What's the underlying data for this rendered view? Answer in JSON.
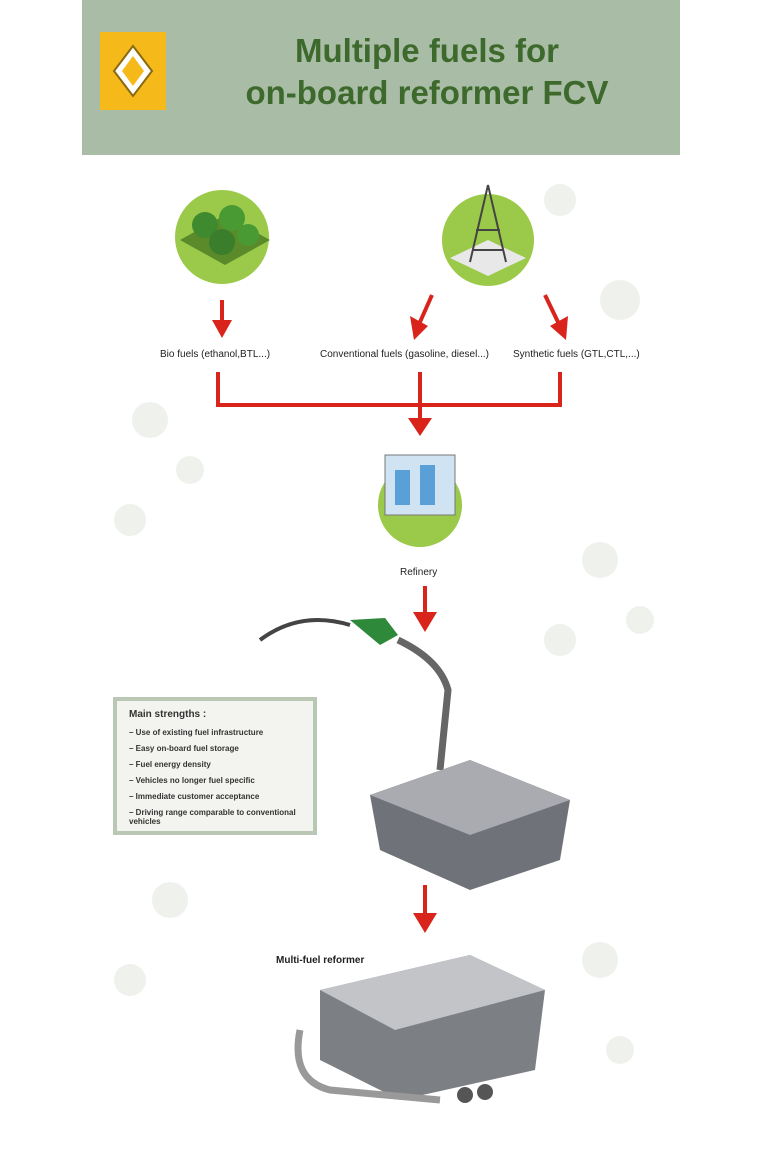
{
  "header": {
    "title_line1": "Multiple fuels for",
    "title_line2": "on-board reformer FCV"
  },
  "sources": {
    "bio": "Bio fuels (ethanol,BTL...)",
    "conventional": "Conventional fuels (gasoline, diesel...)",
    "synthetic": "Synthetic fuels (GTL,CTL,...)"
  },
  "refinery_label": "Refinery",
  "strengths": {
    "title": "Main strengths :",
    "items": [
      "Use of existing fuel infrastructure",
      "Easy on-board fuel storage",
      "Fuel energy density",
      "Vehicles no longer fuel specific",
      "Immediate customer acceptance",
      "Driving range comparable to conventional vehicles"
    ]
  },
  "reformer_label": "Multi-fuel reformer",
  "colors": {
    "arrow": "#d9241c",
    "header": "#a9bca5",
    "title": "#3d6a2c",
    "logo": "#f5b91a"
  }
}
